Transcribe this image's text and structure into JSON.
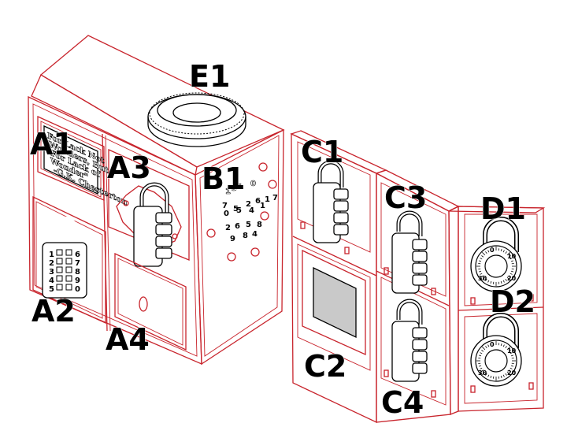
{
  "labels": {
    "E1": "E1",
    "A1": "A1",
    "A2": "A2",
    "A3": "A3",
    "A4": "A4",
    "B1": "B1",
    "C1": "C1",
    "C2": "C2",
    "C3": "C3",
    "C4": "C4",
    "D1": "D1",
    "D2": "D2"
  },
  "plaque": {
    "line1": "For Lack Not",
    "line2": "Wonders, But",
    "line3": "For Lack of",
    "line4": "Wonder\"",
    "line5": "-G.K. Chesterton"
  },
  "keypad": {
    "left": [
      "1",
      "2",
      "3",
      "4",
      "5"
    ],
    "right": [
      "6",
      "7",
      "8",
      "9",
      "0"
    ]
  },
  "b1_digits": {
    "hollow": [
      "1",
      "3",
      "6",
      "0"
    ],
    "row1": [
      "7",
      "5",
      "2",
      "6",
      "1"
    ],
    "row2": [
      "0",
      "5",
      "4",
      "1",
      "7"
    ],
    "row3": [
      "2",
      "6",
      "5",
      "8"
    ],
    "row4": [
      "9",
      "8",
      "4"
    ]
  },
  "dial_numbers": [
    "0",
    "10",
    "20",
    "30"
  ],
  "colors": {
    "line": "#c8242c",
    "label": "#000000",
    "window": "#c9c9c9"
  }
}
